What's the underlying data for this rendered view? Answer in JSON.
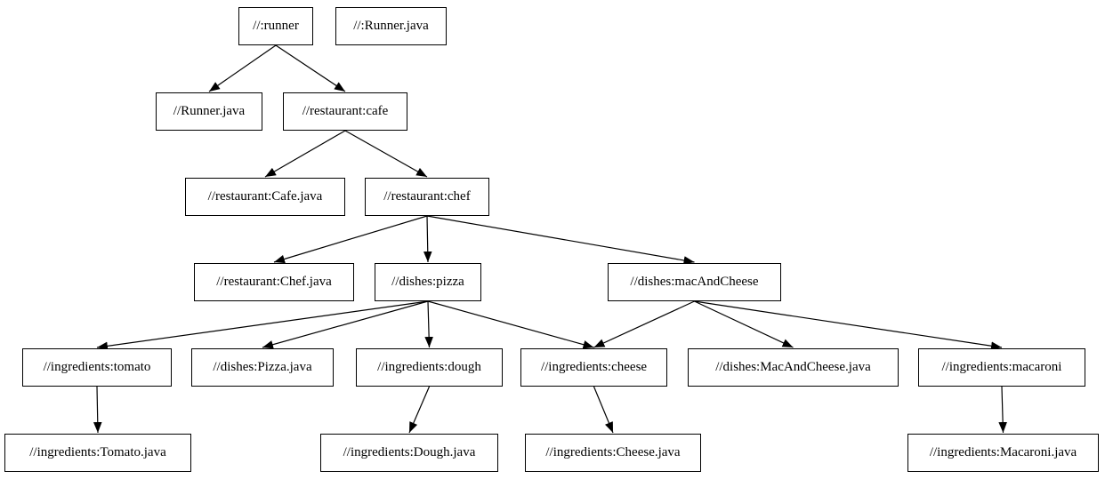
{
  "diagram": {
    "type": "dependency-graph",
    "direction": "top-down",
    "colors": {
      "background": "#ffffff",
      "node_fill": "#ffffff",
      "node_border": "#000000",
      "edge": "#000000",
      "text": "#000000"
    },
    "nodes": [
      {
        "id": "runner",
        "label": "//:runner"
      },
      {
        "id": "runner_java_root",
        "label": "//:Runner.java"
      },
      {
        "id": "runner_java",
        "label": "//Runner.java"
      },
      {
        "id": "cafe",
        "label": "//restaurant:cafe"
      },
      {
        "id": "cafe_java",
        "label": "//restaurant:Cafe.java"
      },
      {
        "id": "chef",
        "label": "//restaurant:chef"
      },
      {
        "id": "chef_java",
        "label": "//restaurant:Chef.java"
      },
      {
        "id": "pizza",
        "label": "//dishes:pizza"
      },
      {
        "id": "mac_and_cheese",
        "label": "//dishes:macAndCheese"
      },
      {
        "id": "tomato",
        "label": "//ingredients:tomato"
      },
      {
        "id": "pizza_java",
        "label": "//dishes:Pizza.java"
      },
      {
        "id": "dough",
        "label": "//ingredients:dough"
      },
      {
        "id": "cheese",
        "label": "//ingredients:cheese"
      },
      {
        "id": "mac_and_cheese_java",
        "label": "//dishes:MacAndCheese.java"
      },
      {
        "id": "macaroni",
        "label": "//ingredients:macaroni"
      },
      {
        "id": "tomato_java",
        "label": "//ingredients:Tomato.java"
      },
      {
        "id": "dough_java",
        "label": "//ingredients:Dough.java"
      },
      {
        "id": "cheese_java",
        "label": "//ingredients:Cheese.java"
      },
      {
        "id": "macaroni_java",
        "label": "//ingredients:Macaroni.java"
      }
    ],
    "edges": [
      {
        "from": "runner",
        "to": "runner_java"
      },
      {
        "from": "runner",
        "to": "cafe"
      },
      {
        "from": "cafe",
        "to": "cafe_java"
      },
      {
        "from": "cafe",
        "to": "chef"
      },
      {
        "from": "chef",
        "to": "chef_java"
      },
      {
        "from": "chef",
        "to": "pizza"
      },
      {
        "from": "chef",
        "to": "mac_and_cheese"
      },
      {
        "from": "pizza",
        "to": "tomato"
      },
      {
        "from": "pizza",
        "to": "pizza_java"
      },
      {
        "from": "pizza",
        "to": "dough"
      },
      {
        "from": "pizza",
        "to": "cheese"
      },
      {
        "from": "mac_and_cheese",
        "to": "cheese"
      },
      {
        "from": "mac_and_cheese",
        "to": "mac_and_cheese_java"
      },
      {
        "from": "mac_and_cheese",
        "to": "macaroni"
      },
      {
        "from": "tomato",
        "to": "tomato_java"
      },
      {
        "from": "dough",
        "to": "dough_java"
      },
      {
        "from": "cheese",
        "to": "cheese_java"
      },
      {
        "from": "macaroni",
        "to": "macaroni_java"
      }
    ]
  }
}
